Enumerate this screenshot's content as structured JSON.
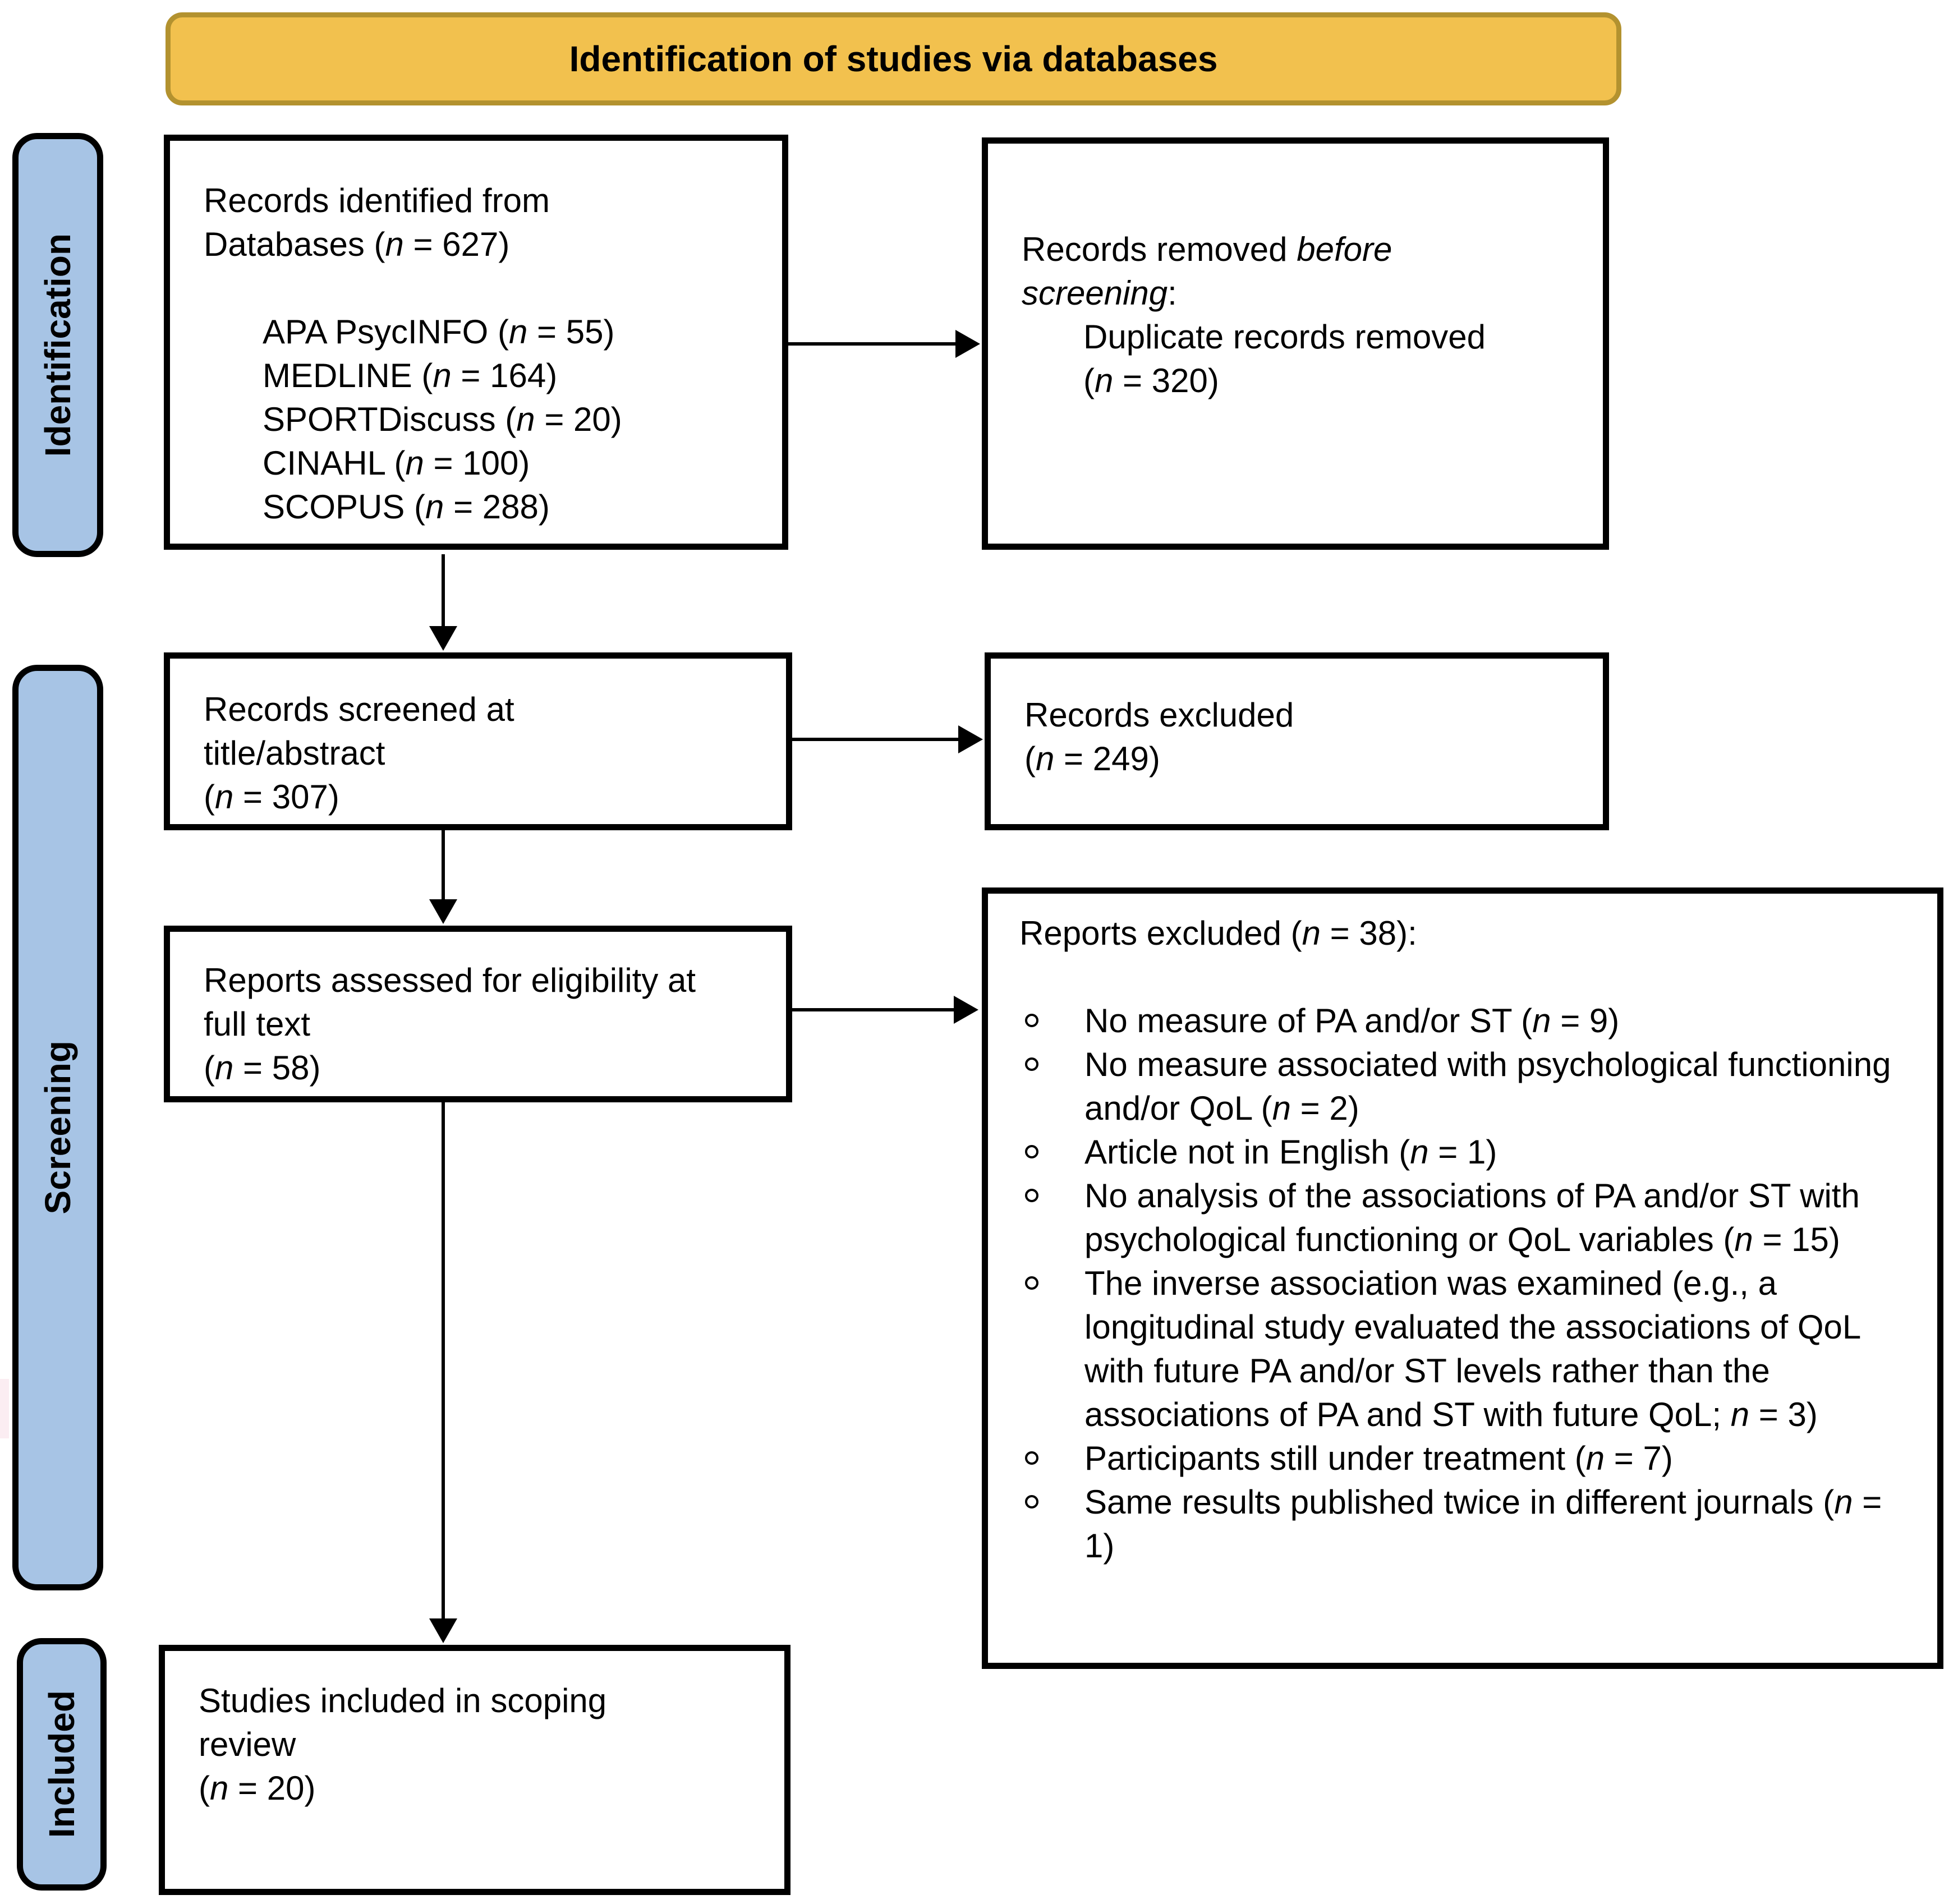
{
  "banner": {
    "title": "Identification of studies via databases"
  },
  "colors": {
    "banner_fill": "#F2C14E",
    "banner_border": "#B3922F",
    "stage_fill": "#A7C4E5",
    "stage_border": "#000000",
    "box_border": "#000000",
    "text": "#000000"
  },
  "stages": [
    {
      "label": "Identification"
    },
    {
      "label": "Screening"
    },
    {
      "label": "Included"
    }
  ],
  "identified": {
    "lines": [
      "Records identified from",
      "Databases (*n* = 627)"
    ],
    "databases": [
      "APA PsycINFO (*n* = 55)",
      "MEDLINE (*n* = 164)",
      "SPORTDiscuss (*n* = 20)",
      "CINAHL (*n* = 100)",
      "SCOPUS (*n* = 288)"
    ]
  },
  "removed_before_screening": {
    "lines": [
      "Records removed *before*",
      "*screening*:"
    ],
    "details": [
      "Duplicate records removed",
      "(*n* = 320)"
    ]
  },
  "screened": {
    "lines": [
      "Records screened at",
      "title/abstract",
      "(*n* = 307)"
    ]
  },
  "records_excluded": {
    "lines": [
      "Records excluded",
      "(*n* = 249)"
    ]
  },
  "assessed": {
    "lines": [
      "Reports assessed for eligibility at",
      "full text",
      "(*n* = 58)"
    ]
  },
  "reports_excluded": {
    "heading": "Reports excluded (*n* = 38):",
    "reasons": [
      "No measure of PA and/or ST (*n* = 9)",
      "No measure associated with psychological functioning and/or QoL (*n* = 2)",
      "Article not in English (*n* = 1)",
      "No analysis of the associations of PA and/or ST with psychological functioning or QoL variables (*n* = 15)",
      "The inverse association was examined (e.g., a longitudinal study evaluated the associations of QoL with future PA and/or ST levels rather than the associations of PA and ST with future QoL; *n* = 3)",
      "Participants still under treatment (*n* = 7)",
      "Same results published twice in different journals (*n* = 1)"
    ]
  },
  "included_studies": {
    "lines": [
      "Studies included in scoping",
      "review",
      "(*n* = 20)"
    ]
  }
}
